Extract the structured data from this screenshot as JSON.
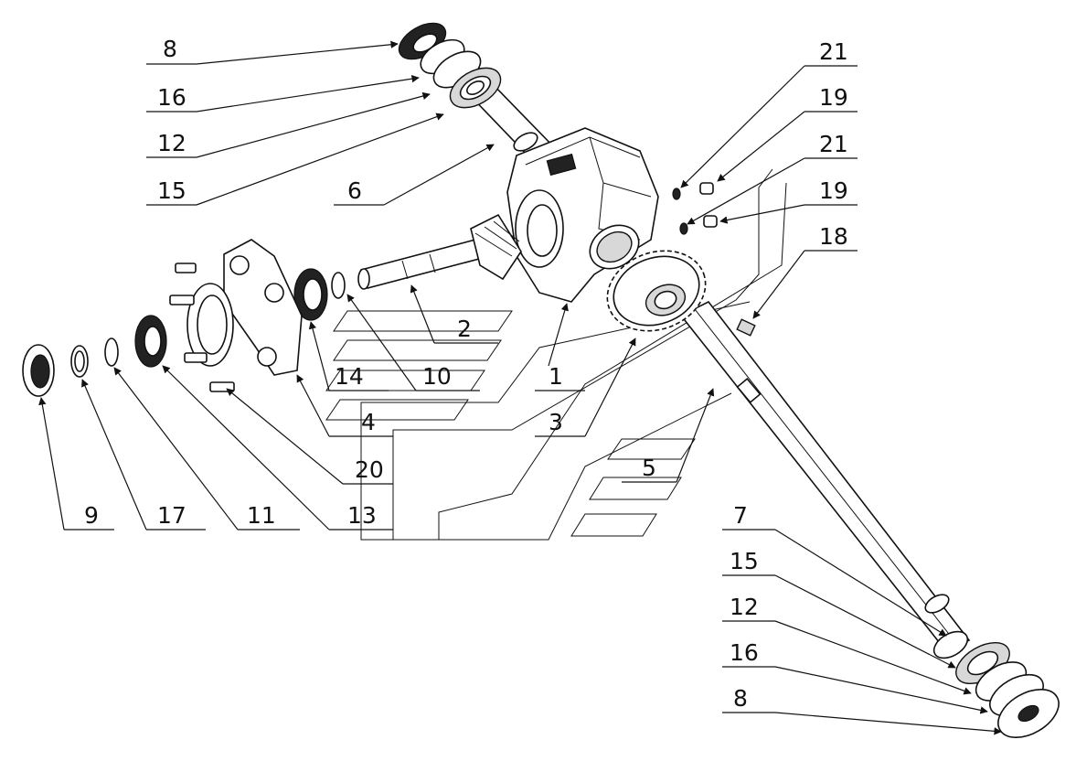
{
  "labels": {
    "l8a": "8",
    "l16a": "16",
    "l12a": "12",
    "l15a": "15",
    "l6": "6",
    "l21a": "21",
    "l19a": "19",
    "l21b": "21",
    "l19b": "19",
    "l18": "18",
    "l2": "2",
    "l14": "14",
    "l10": "10",
    "l1": "1",
    "l4": "4",
    "l3": "3",
    "l20": "20",
    "l5": "5",
    "l9": "9",
    "l17": "17",
    "l11": "11",
    "l13": "13",
    "l7": "7",
    "l15b": "15",
    "l12b": "12",
    "l16b": "16",
    "l8b": "8"
  }
}
